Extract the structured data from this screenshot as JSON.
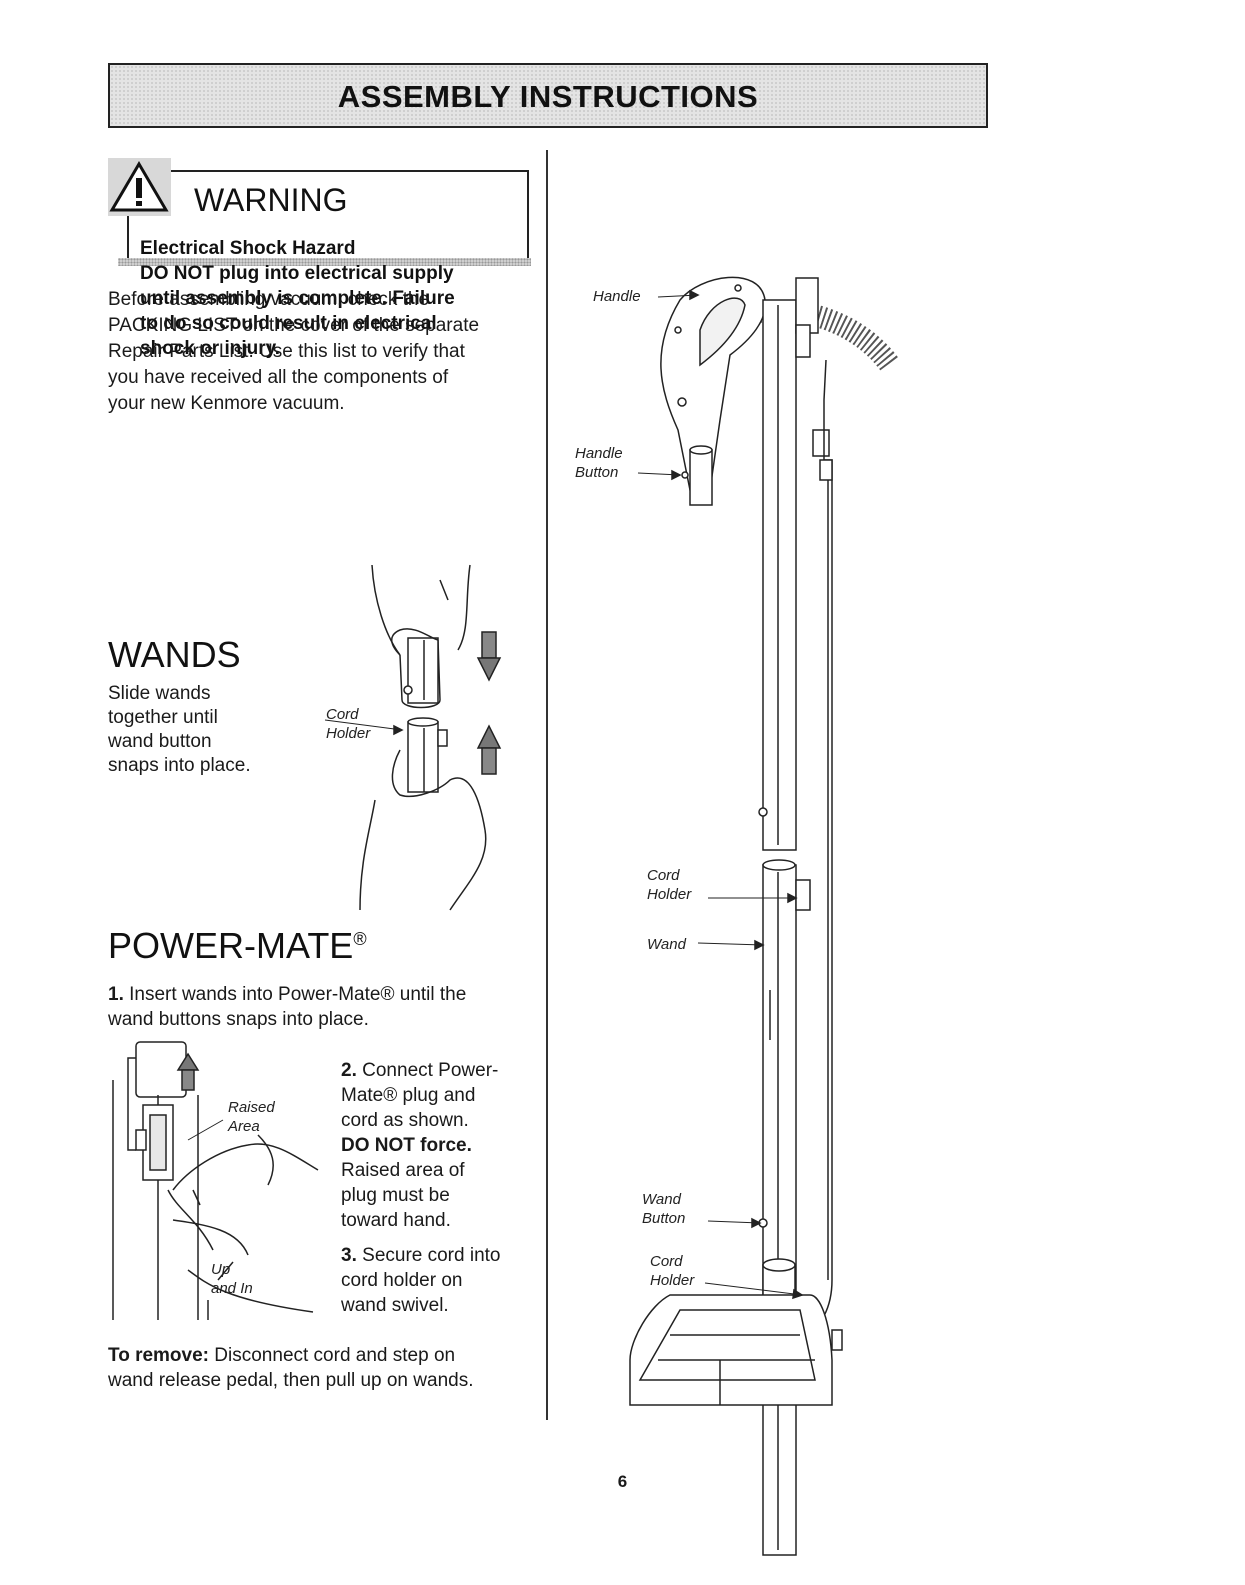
{
  "header": {
    "title": "ASSEMBLY INSTRUCTIONS"
  },
  "warning": {
    "title": "WARNING",
    "subtitle": "Electrical Shock Hazard",
    "lines": [
      "DO NOT plug into electrical supply",
      "until assembly is complete. Failure",
      "to do so could result in electrical",
      "shock or injury."
    ]
  },
  "intro": {
    "lines": [
      "Before assembling vacuum, check the",
      "PACKING LIST on the cover of the separate",
      "Repair Parts List. Use this list to verify that",
      "you have received all the components of",
      "your new Kenmore vacuum."
    ]
  },
  "wands": {
    "title": "WANDS",
    "lines": [
      "Slide wands",
      "together until",
      "wand button",
      "snaps into place."
    ],
    "label_cord": "Cord",
    "label_holder": "Holder"
  },
  "powermate": {
    "title": "POWER-MATE",
    "reg": "®",
    "step1_num": "1.",
    "step1_lines": [
      "Insert wands into Power-Mate® until the",
      "wand buttons snaps into place."
    ],
    "label_raised": "Raised",
    "label_area": "Area",
    "label_up": "Up",
    "label_and_in": "and In",
    "step2_num": "2.",
    "step2_lines": [
      "Connect Power-",
      "Mate® plug and",
      "cord as shown."
    ],
    "step2_bold": "DO NOT force.",
    "step2_rest": [
      "Raised area of",
      "plug must be",
      "toward hand."
    ],
    "step3_num": "3.",
    "step3_lines": [
      "Secure cord into",
      "cord holder on",
      "wand swivel."
    ]
  },
  "remove": {
    "bold": "To remove:",
    "line1": " Disconnect cord and step on",
    "line2": "wand release pedal, then pull up on wands."
  },
  "diagram": {
    "handle": "Handle",
    "handle_button_1": "Handle",
    "handle_button_2": "Button",
    "cord_holder_1a": "Cord",
    "cord_holder_1b": "Holder",
    "wand": "Wand",
    "wand_button_1": "Wand",
    "wand_button_2": "Button",
    "cord_holder_2a": "Cord",
    "cord_holder_2b": "Holder"
  },
  "footer": {
    "page_number": "6"
  }
}
